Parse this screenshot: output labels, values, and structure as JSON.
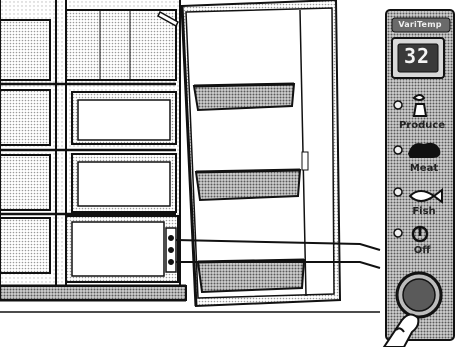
{
  "panel": {
    "title": "VariTemp",
    "display": "32",
    "modes": [
      {
        "label": "Produce",
        "icon": "produce-icon"
      },
      {
        "label": "Meat",
        "icon": "meat-icon"
      },
      {
        "label": "Fish",
        "icon": "fish-icon"
      },
      {
        "label": "Off",
        "icon": "power-icon"
      }
    ],
    "select_button_icon": "round-button"
  },
  "colors": {
    "panel_fill": "#d9d9d9",
    "display_fill": "#3a3a3a",
    "line": "#111111"
  }
}
